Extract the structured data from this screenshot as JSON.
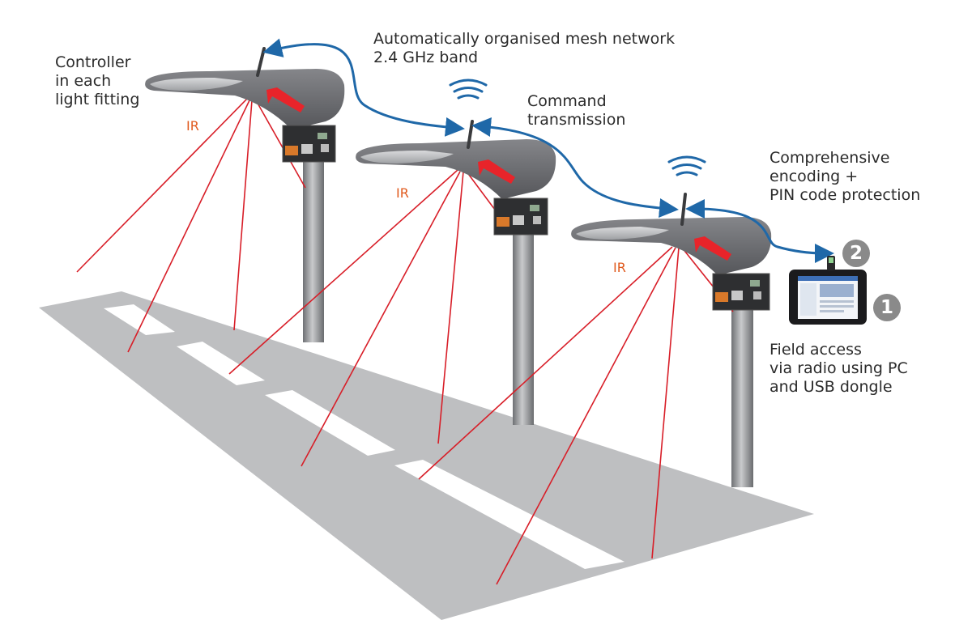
{
  "labels": {
    "controller": [
      "Controller",
      "in each",
      "light fitting"
    ],
    "mesh": [
      "Automatically organised mesh network",
      "2.4 GHz band"
    ],
    "command": [
      "Command",
      "transmission"
    ],
    "encoding": [
      "Comprehensive",
      "encoding +",
      "PIN code protection"
    ],
    "field_access": [
      "Field access",
      "via radio using PC",
      "and USB dongle"
    ]
  },
  "ir_labels": [
    "IR",
    "IR",
    "IR"
  ],
  "badges": [
    "1",
    "2"
  ],
  "colors": {
    "road": "#bebfc1",
    "lane_marking": "#ffffff",
    "ir_beam": "#d81e28",
    "mesh_link": "#1f68a8",
    "ir_label": "#e05a1e",
    "pole": "#888a8d",
    "luminaire": "#6e6f72",
    "arrow": "#e8242a",
    "badge": "#8a8a8a"
  },
  "icons": [
    "streetlight-icon",
    "controller-module-icon",
    "antenna-icon",
    "wifi-signal-icon",
    "tablet-pc-icon",
    "usb-dongle-icon",
    "red-arrow-icon"
  ]
}
